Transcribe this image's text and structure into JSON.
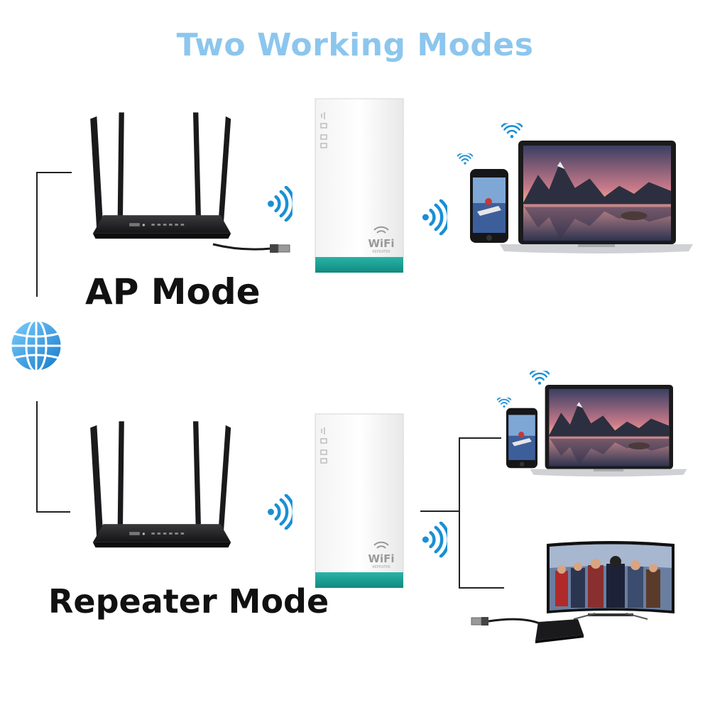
{
  "title": "Two Working Modes",
  "modes": [
    {
      "label": "AP Mode"
    },
    {
      "label": "Repeater Mode"
    }
  ],
  "repeater_device": {
    "logo_main": "WiFi",
    "logo_sub": "REPEATER"
  },
  "colors": {
    "title": "#8cc6ee",
    "signal": "#1a8fd4",
    "repeater_accent": "#1fa9a0",
    "globe": "#2a9de0",
    "router": "#1d1d1f"
  },
  "icons": [
    "globe-icon",
    "router-icon",
    "wifi-signal-icon",
    "repeater-device",
    "smartphone-icon",
    "laptop-icon",
    "tv-icon",
    "tv-box-icon"
  ]
}
